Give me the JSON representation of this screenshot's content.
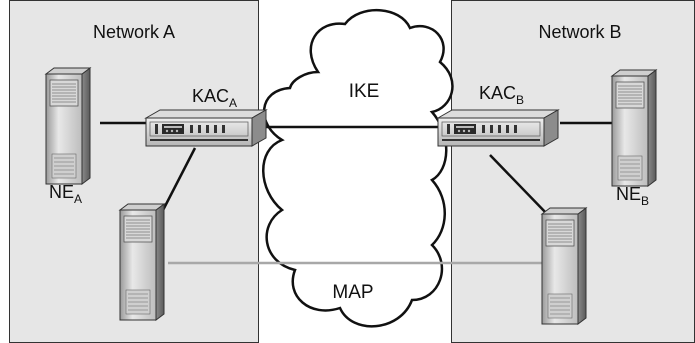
{
  "network_a": {
    "title": "Network A"
  },
  "network_b": {
    "title": "Network B"
  },
  "kac_a": {
    "base": "KAC",
    "sub": "A"
  },
  "kac_b": {
    "base": "KAC",
    "sub": "B"
  },
  "ne_a": {
    "base": "NE",
    "sub": "A"
  },
  "ne_b": {
    "base": "NE",
    "sub": "B"
  },
  "cloud": {
    "top_label": "IKE",
    "bottom_label": "MAP"
  },
  "colors": {
    "network_fill": "#e6e6e6",
    "cloud_fill": "#ffffff",
    "link_dark": "#111111",
    "link_map": "#a8a8a8",
    "device_light": "#d9d9d9",
    "device_dark": "#6e6e6e"
  },
  "icons": [
    "server-icon",
    "router-icon",
    "cloud-shape"
  ]
}
